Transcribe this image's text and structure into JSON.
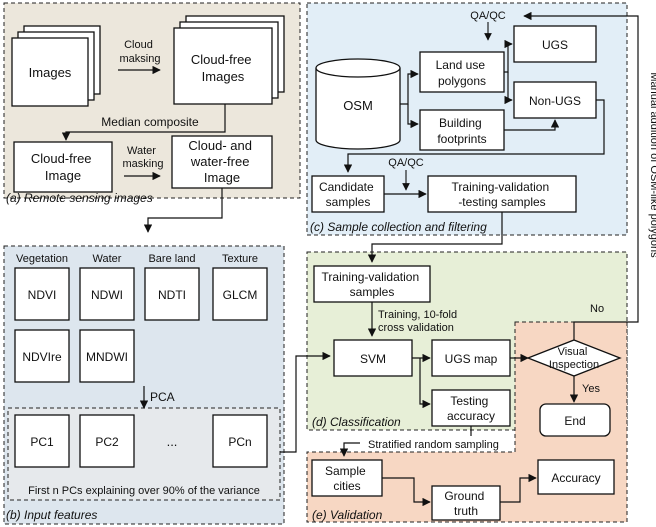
{
  "panels": {
    "a": "(a) Remote sensing images",
    "b": "(b) Input features",
    "c": "(c) Sample collection and filtering",
    "d": "(d) Classification",
    "e": "(e) Validation"
  },
  "a": {
    "images": "Images",
    "cloud_masking": [
      "Cloud",
      "maksing"
    ],
    "cloud_free_images": [
      "Cloud-free",
      "Images"
    ],
    "median_composite": "Median composite",
    "cloud_free_image": [
      "Cloud-free",
      "Image"
    ],
    "water_masking": [
      "Water",
      "masking"
    ],
    "cloud_water_free": [
      "Cloud- and",
      "water-free",
      "Image"
    ]
  },
  "b": {
    "headers": [
      "Vegetation",
      "Water",
      "Bare land",
      "Texture"
    ],
    "indices": [
      "NDVI",
      "NDWI",
      "NDTI",
      "GLCM",
      "NDVIre",
      "MNDWI"
    ],
    "pca": "PCA",
    "pcs": [
      "PC1",
      "PC2",
      "...",
      "PCn"
    ],
    "pc_caption": "First n PCs explaining over 90% of the variance"
  },
  "c": {
    "osm": "OSM",
    "land_use": [
      "Land use",
      "polygons"
    ],
    "building": [
      "Building",
      "footprints"
    ],
    "ugs": "UGS",
    "non_ugs": "Non-UGS",
    "qaqc_top": "QA/QC",
    "qaqc_mid": "QA/QC",
    "candidate": [
      "Candidate",
      "samples"
    ],
    "tvt": [
      "Training-validation",
      "-testing samples"
    ]
  },
  "d": {
    "tv_samples": [
      "Training-validation",
      "samples"
    ],
    "training_note": [
      "Training, 10-fold",
      "cross validation"
    ],
    "svm": "SVM",
    "ugs_map": "UGS map",
    "testing_accuracy": [
      "Testing",
      "accuracy"
    ],
    "visual_inspection": [
      "Visual",
      "Inspection"
    ],
    "yes": "Yes",
    "no": "No",
    "end": "End"
  },
  "e": {
    "stratified": "Stratified random sampling",
    "sample_cities": [
      "Sample",
      "cities"
    ],
    "ground_truth": [
      "Ground",
      "truth"
    ],
    "accuracy": "Accuracy"
  },
  "side_label": "Manual addition of OSM-like polygons",
  "colors": {
    "panel_a": "#ece7dc",
    "panel_b": "#dde6ee",
    "panel_b_pc": "#e6e9ec",
    "panel_c": "#e2eef7",
    "panel_d": "#e7efd7",
    "panel_e": "#f7d7c3"
  }
}
